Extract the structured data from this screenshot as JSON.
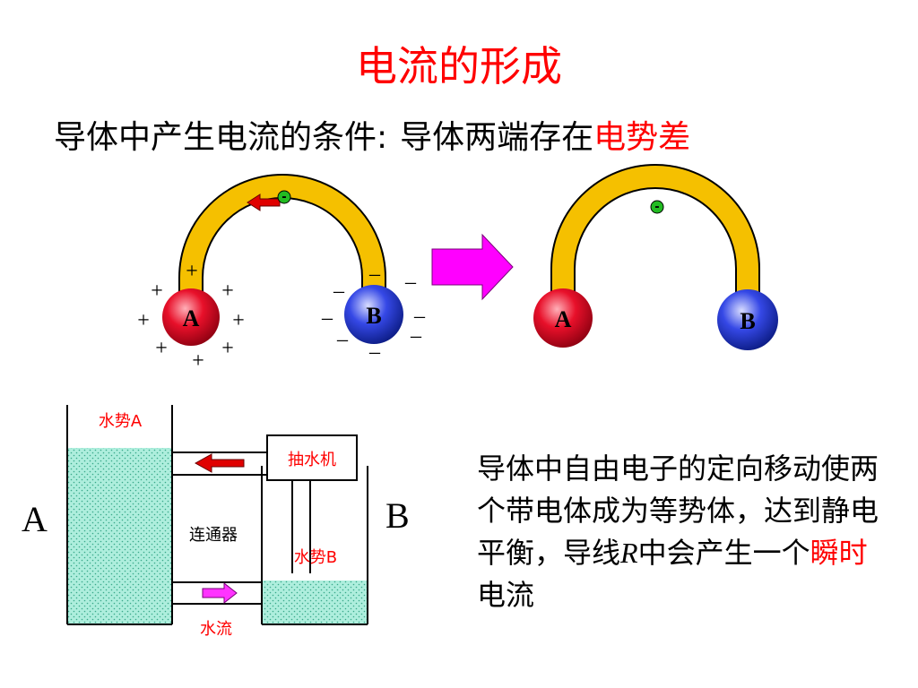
{
  "title": "电流的形成",
  "condition": {
    "label": "导体中产生电流的条件:",
    "text": "导体两端存在",
    "highlight": "电势差"
  },
  "spheres": {
    "before_a": "A",
    "before_b": "B",
    "after_a": "A",
    "after_b": "B"
  },
  "charges": {
    "positive": "+",
    "negative": "–",
    "electron": "-"
  },
  "water": {
    "label_a_potential": "水势A",
    "label_b_potential": "水势B",
    "pump": "抽水机",
    "connector": "连通器",
    "flow": "水流",
    "tank_a": "A",
    "tank_b": "B"
  },
  "explanation": {
    "part1": "导体中自由电子的定向移动使两个带电体成为等势体，达到静电平衡，导线",
    "r": "R",
    "part2": "中会产生一个",
    "highlight": "瞬时",
    "part3": "电流"
  },
  "colors": {
    "title": "#ff0000",
    "highlight": "#ff0000",
    "arc": "#f5c000",
    "sphere_a": "#e8102a",
    "sphere_b": "#1a3cd6",
    "water": "#9ee6d2",
    "arrow_magenta": "#ff00ff",
    "electron": "#22bb22"
  }
}
